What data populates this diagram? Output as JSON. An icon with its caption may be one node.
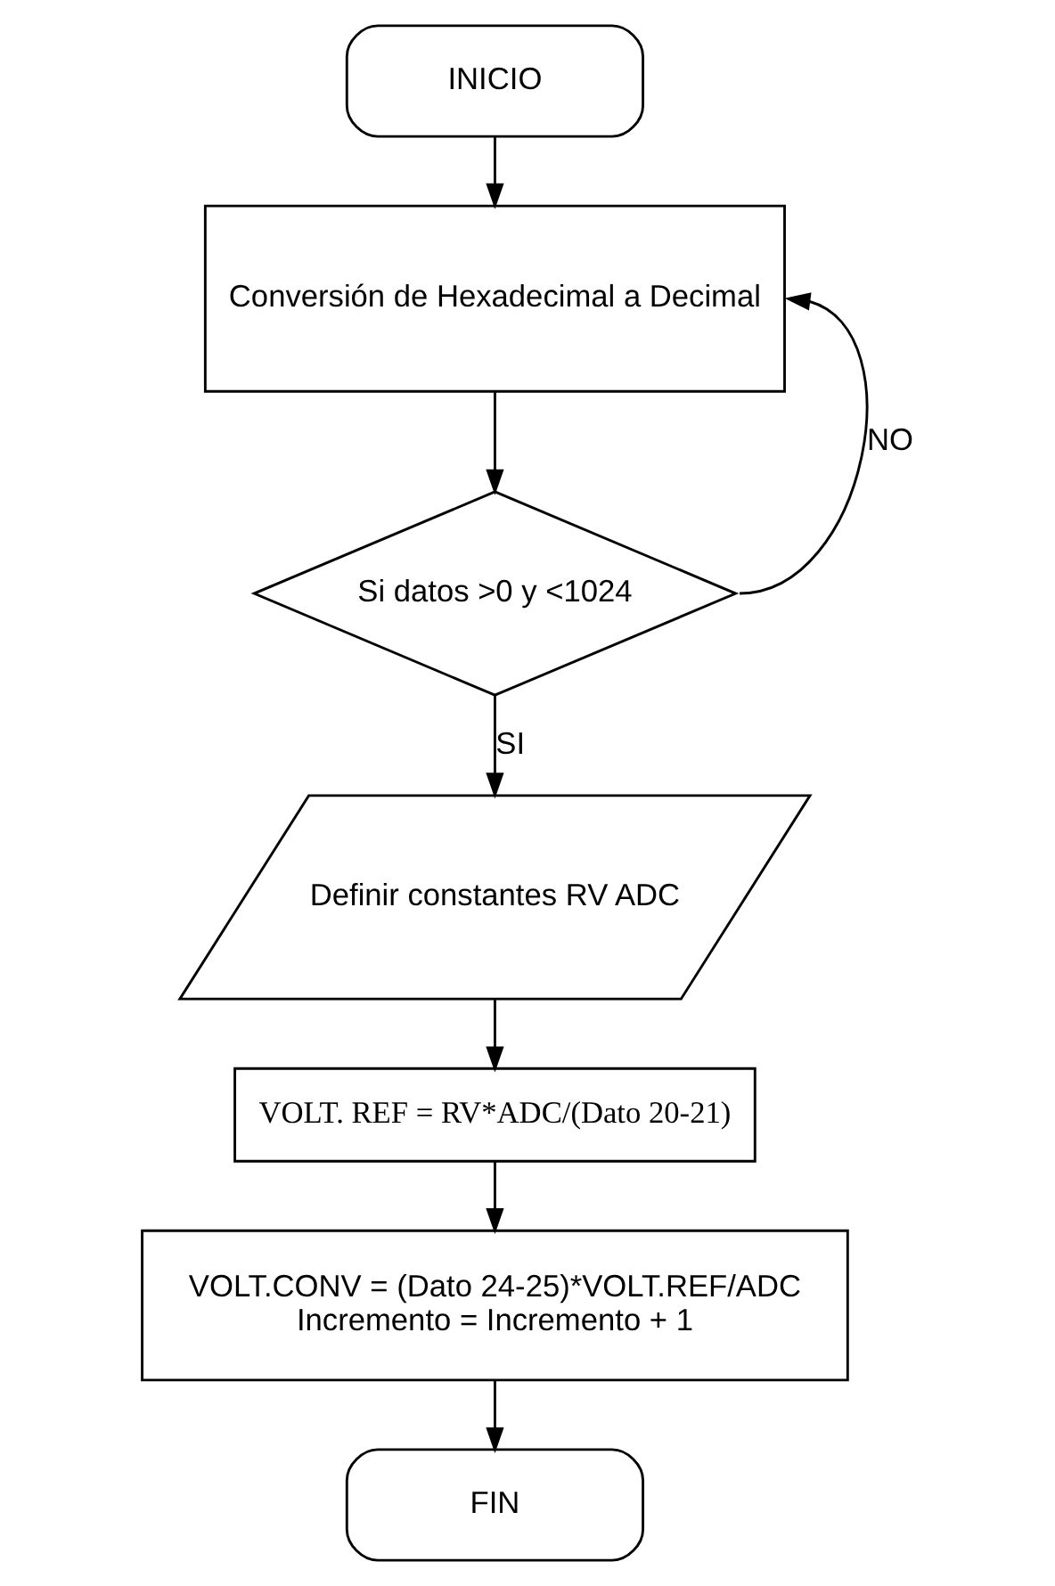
{
  "diagram": {
    "nodes": [
      {
        "text": [
          "INICIO"
        ]
      },
      {
        "text": [
          "Conversión de Hexadecimal a Decimal"
        ]
      },
      {
        "text": [
          "Si datos >0 y <1024"
        ]
      },
      {
        "text": [
          "Definir constantes RV ADC"
        ]
      },
      {
        "text": [
          "VOLT. REF = RV*ADC/(Dato 20-21)"
        ]
      },
      {
        "text": [
          "VOLT.CONV = (Dato 24-25)*VOLT.REF/ADC",
          "Incremento = Incremento + 1"
        ]
      },
      {
        "text": [
          "FIN"
        ]
      }
    ],
    "edges": [
      {
        "from": 0,
        "to": 1,
        "arrow": "to"
      },
      {
        "from": 1,
        "to": 2,
        "arrow": "to"
      },
      {
        "from": 2,
        "to": 3,
        "arrow": "to",
        "label": "SI"
      },
      {
        "from": 3,
        "to": 4,
        "arrow": "to"
      },
      {
        "from": 4,
        "to": 5,
        "arrow": "to"
      },
      {
        "from": 5,
        "to": 6,
        "arrow": "to"
      },
      {
        "from": 2,
        "to": 1,
        "arrow": "to",
        "label": "NO"
      }
    ]
  }
}
